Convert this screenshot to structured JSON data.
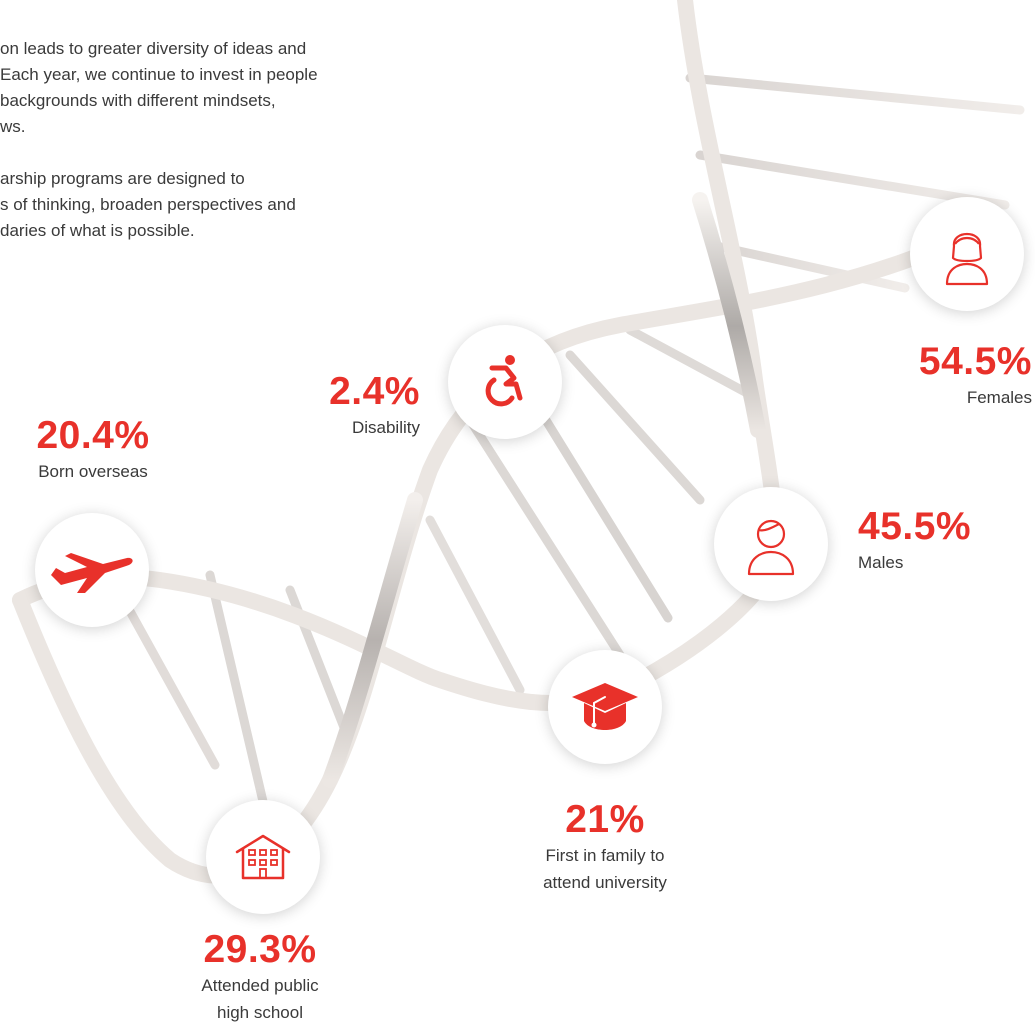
{
  "intro": {
    "paragraph_1": "on leads to greater diversity of ideas and\nEach year, we continue to invest in people\nbackgrounds with different mindsets,\nws.",
    "paragraph_2": "arship programs are designed to\ns of thinking, broaden perspectives and\ndaries of what is possible."
  },
  "stats": {
    "born_overseas": {
      "value": "20.4%",
      "label": "Born overseas",
      "icon": "airplane-icon"
    },
    "disability": {
      "value": "2.4%",
      "label": "Disability",
      "icon": "wheelchair-icon"
    },
    "females": {
      "value": "54.5%",
      "label": "Females",
      "icon": "female-person-icon"
    },
    "males": {
      "value": "45.5%",
      "label": "Males",
      "icon": "male-person-icon"
    },
    "first_in_family": {
      "value": "21%",
      "label": "First in family to\nattend university",
      "icon": "graduation-cap-icon"
    },
    "public_high_school": {
      "value": "29.3%",
      "label": "Attended public\nhigh school",
      "icon": "school-building-icon"
    }
  },
  "colors": {
    "accent": "#e8312a",
    "text": "#3a3a3a",
    "helix": "#ebe6e2",
    "helix_dark": "#b9b4b1"
  }
}
